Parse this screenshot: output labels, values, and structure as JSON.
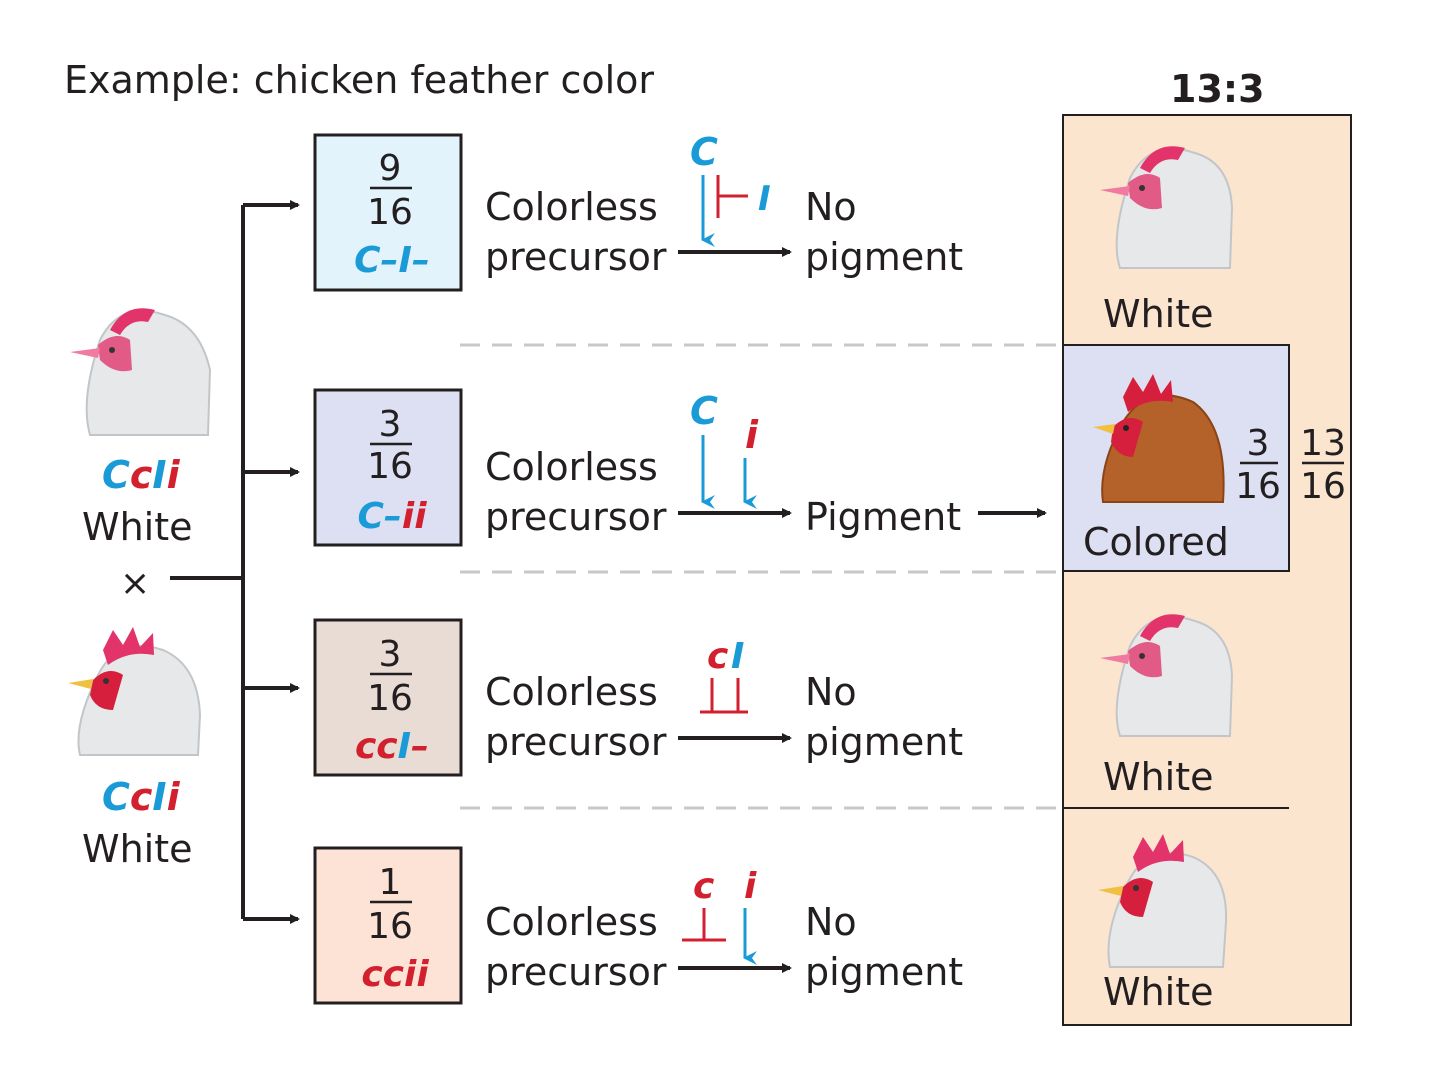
{
  "title": "Example: chicken feather color",
  "ratio": "13:3",
  "parents": [
    {
      "genotype": [
        "C",
        "c",
        "I",
        "i"
      ],
      "phenotype": "White"
    },
    {
      "genotype": [
        "C",
        "c",
        "I",
        "i"
      ],
      "phenotype": "White"
    }
  ],
  "cross_symbol": "×",
  "rows": [
    {
      "num": "9",
      "den": "16",
      "genotype": [
        {
          "t": "C",
          "c": "blue"
        },
        {
          "t": "–",
          "c": "blue"
        },
        {
          "t": "I",
          "c": "blue"
        },
        {
          "t": "–",
          "c": "blue"
        }
      ],
      "precursor_1": "Colorless",
      "precursor_2": "precursor",
      "gene_a": "C",
      "gene_b": "I",
      "outcome_1": "No",
      "outcome_2": "pigment",
      "box_color": "#e3f3fb"
    },
    {
      "num": "3",
      "den": "16",
      "genotype": [
        {
          "t": "C",
          "c": "blue"
        },
        {
          "t": "–",
          "c": "blue"
        },
        {
          "t": "ii",
          "c": "red"
        }
      ],
      "precursor_1": "Colorless",
      "precursor_2": "precursor",
      "gene_a": "C",
      "gene_b": "i",
      "outcome_1": "Pigment",
      "outcome_2": "",
      "box_color": "#dde0f3"
    },
    {
      "num": "3",
      "den": "16",
      "genotype": [
        {
          "t": "cc",
          "c": "red"
        },
        {
          "t": "I",
          "c": "blue"
        },
        {
          "t": "–",
          "c": "red"
        }
      ],
      "precursor_1": "Colorless",
      "precursor_2": "precursor",
      "gene_a": "c",
      "gene_b": "I",
      "outcome_1": "No",
      "outcome_2": "pigment",
      "box_color": "#e8dcd5"
    },
    {
      "num": "1",
      "den": "16",
      "genotype": [
        {
          "t": "ccii",
          "c": "red"
        }
      ],
      "precursor_1": "Colorless",
      "precursor_2": "precursor",
      "gene_a": "c",
      "gene_b": "i",
      "outcome_1": "No",
      "outcome_2": "pigment",
      "box_color": "#fce3d6"
    }
  ],
  "results": [
    {
      "label": "White",
      "hen": "white-hen"
    },
    {
      "label": "Colored",
      "hen": "brown-hen",
      "frac_num": "3",
      "frac_den": "16"
    },
    {
      "label": "White",
      "hen": "white-hen"
    },
    {
      "label": "White",
      "hen": "white-rooster"
    }
  ],
  "white_fraction": {
    "num": "13",
    "den": "16"
  },
  "colors": {
    "blue": "#1a9bd7",
    "red": "#d2202f",
    "result_panel": "#fbe5cf",
    "colored_box": "#dde0f3"
  }
}
